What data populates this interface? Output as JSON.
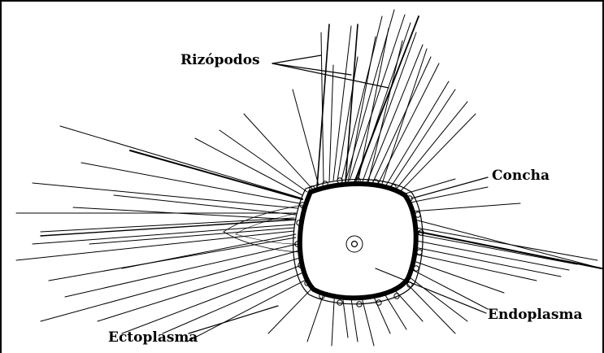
{
  "labels": {
    "rizopodos": "Rizópodos",
    "concha": "Concha",
    "endoplasma": "Endoplasma",
    "ectoplasma": "Ectoplasma"
  },
  "colors": {
    "ink": "#000000",
    "background": "#ffffff"
  }
}
